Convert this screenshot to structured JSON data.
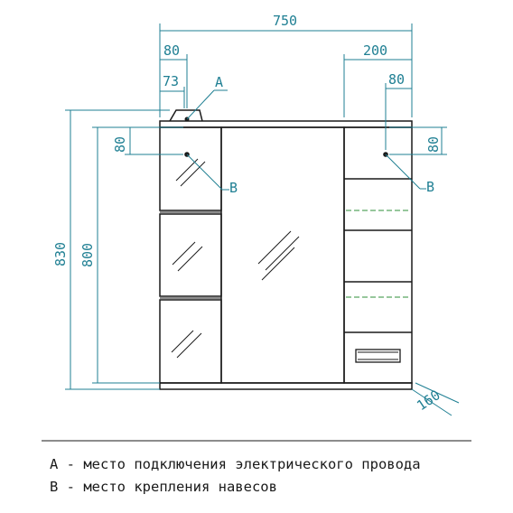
{
  "dimensions": {
    "total_width": "750",
    "left_offset_80": "80",
    "left_offset_73": "73",
    "right_offset_200": "200",
    "right_offset_80": "80",
    "left_height_80": "80",
    "right_height_80": "80",
    "total_height": "830",
    "body_height": "800",
    "depth": "160"
  },
  "markers": {
    "a": "A",
    "b_left": "B",
    "b_right": "B"
  },
  "legend": {
    "line_a": "A - место подключения электрического провода",
    "line_b": "B - место крепления навесов"
  },
  "colors": {
    "outline": "#1a1a1a",
    "dimension": "#1f7f93",
    "shelf": "#2f8f3a"
  }
}
